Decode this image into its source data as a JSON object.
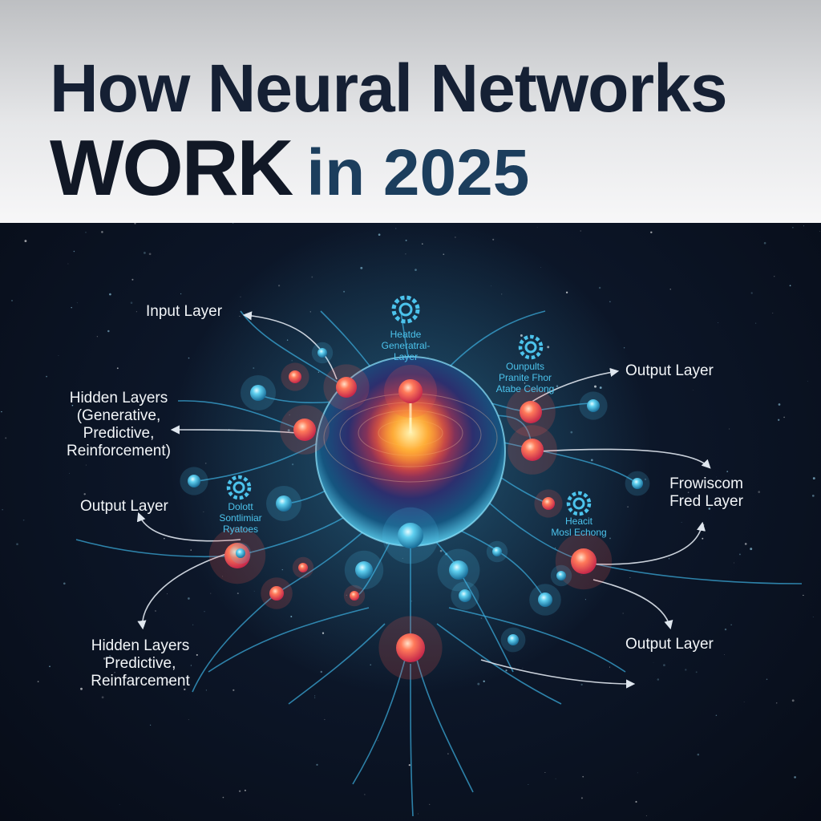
{
  "title": {
    "line1": "How Neural Networks",
    "line2_strong": "WORK",
    "line2_rest": "in 2025"
  },
  "labels": {
    "input_layer": "Input Layer",
    "hidden_layers_1": [
      "Hidden Layers",
      "(Generative,",
      "Predictive,",
      "Reinforcement)"
    ],
    "output_layer_left": "Output Layer",
    "hidden_layers_2": [
      "Hidden Layers",
      "Predictive,",
      "Reinfarcement"
    ],
    "output_layer_top_right": "Output Layer",
    "frowiscom": [
      "Frowiscom",
      "Fred Layer"
    ],
    "output_layer_bottom_right": "Output Layer"
  },
  "icon_captions": {
    "top_center": [
      "Heatde",
      "Generatral-",
      "Layer"
    ],
    "top_right": [
      "Ounpults",
      "Pranite Fhor",
      "Atabe Celong"
    ],
    "left": [
      "Dolott",
      "Sontlimiar",
      "Ryatoes"
    ],
    "right": [
      "Heacit",
      "Mosl Echong"
    ]
  },
  "icons": {
    "top_center": "gear-icon",
    "top_right": "gear-icon",
    "left": "gear-icon",
    "right": "gear-icon"
  },
  "colors": {
    "header_text": "#152034",
    "year_text": "#1c3e5d",
    "background": "#0a1120",
    "glow_cyan": "#4cc3ec",
    "node_red": "#ff5a4e",
    "core_orange": "#ff9a2a"
  }
}
